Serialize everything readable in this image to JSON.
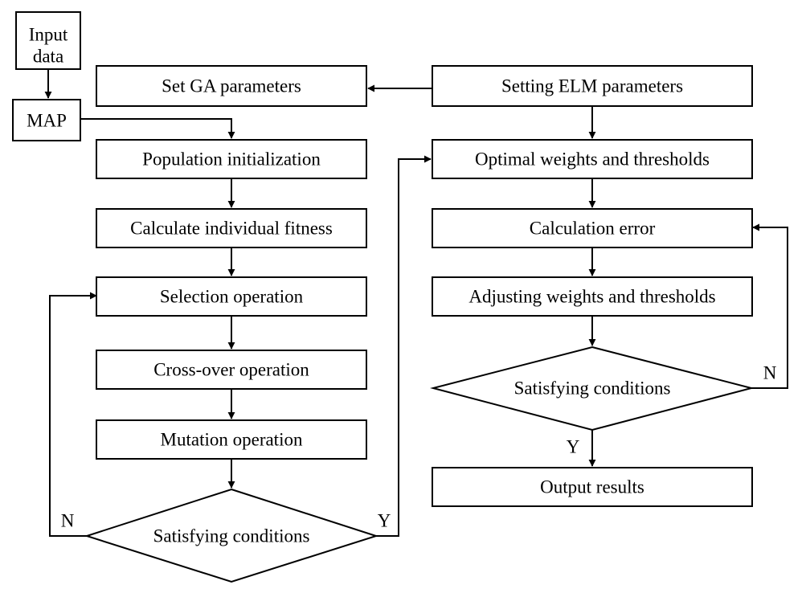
{
  "ga": {
    "input_data_line1": "Input",
    "input_data_line2": "data",
    "map": "MAP",
    "set_params": "Set GA parameters",
    "population_init": "Population initialization",
    "fitness": "Calculate individual fitness",
    "selection": "Selection operation",
    "crossover": "Cross-over operation",
    "mutation": "Mutation operation",
    "condition": "Satisfying conditions",
    "label_no": "N",
    "label_yes": "Y"
  },
  "elm": {
    "set_params": "Setting ELM parameters",
    "optimal_weights": "Optimal weights and thresholds",
    "calc_error": "Calculation error",
    "adjust_weights": "Adjusting weights and thresholds",
    "condition": "Satisfying conditions",
    "label_no": "N",
    "label_yes": "Y",
    "output": "Output results"
  }
}
